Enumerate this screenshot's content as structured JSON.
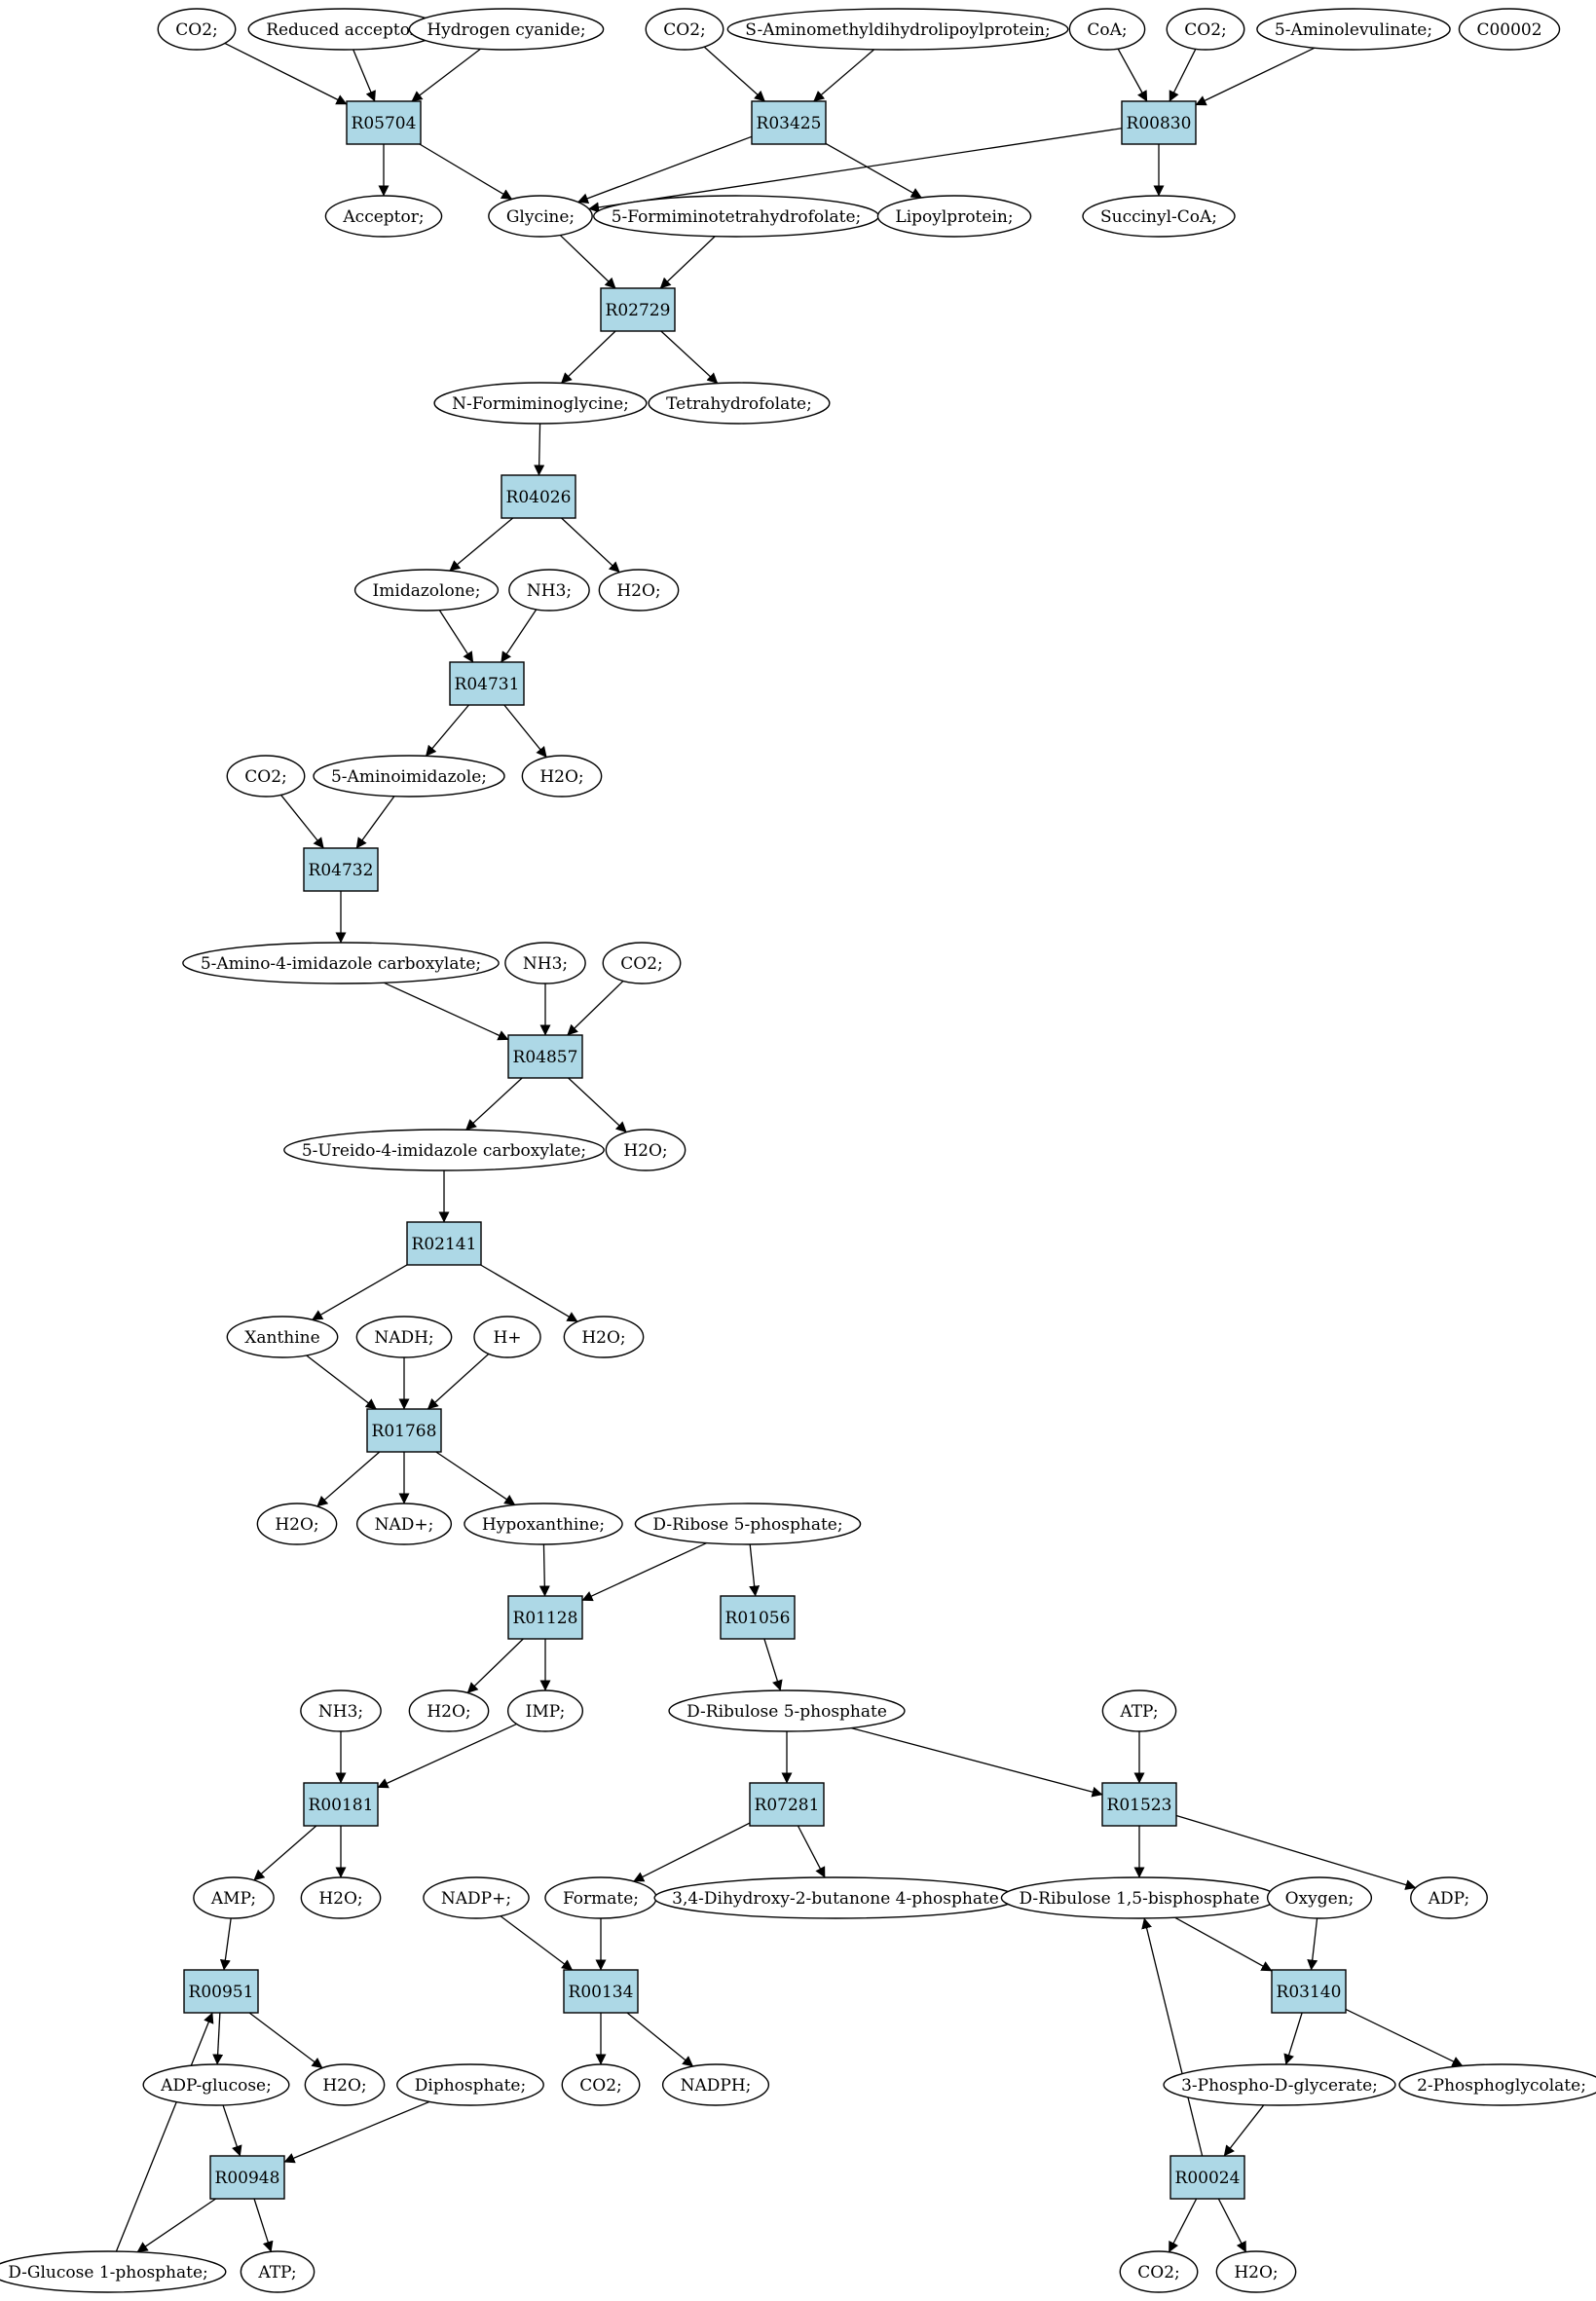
{
  "colors": {
    "reaction_fill": "#add8e6",
    "molecule_fill": "#ffffff",
    "highlight_start": "#00ee00",
    "highlight_target": "#ffff00",
    "stroke": "#000000"
  },
  "reactions": [
    {
      "id": "r_R05704",
      "label": "R05704"
    },
    {
      "id": "r_R03425",
      "label": "R03425"
    },
    {
      "id": "r_R00830",
      "label": "R00830"
    },
    {
      "id": "r_R02729",
      "label": "R02729"
    },
    {
      "id": "r_R04026",
      "label": "R04026"
    },
    {
      "id": "r_R04731",
      "label": "R04731"
    },
    {
      "id": "r_R04732",
      "label": "R04732"
    },
    {
      "id": "r_R04857",
      "label": "R04857"
    },
    {
      "id": "r_R02141",
      "label": "R02141"
    },
    {
      "id": "r_R01768",
      "label": "R01768"
    },
    {
      "id": "r_R01128",
      "label": "R01128"
    },
    {
      "id": "r_R01056",
      "label": "R01056"
    },
    {
      "id": "r_R00181",
      "label": "R00181"
    },
    {
      "id": "r_R07281",
      "label": "R07281"
    },
    {
      "id": "r_R01523",
      "label": "R01523"
    },
    {
      "id": "r_R00951",
      "label": "R00951"
    },
    {
      "id": "r_R00134",
      "label": "R00134"
    },
    {
      "id": "r_R03140",
      "label": "R03140"
    },
    {
      "id": "r_R00948",
      "label": "R00948"
    },
    {
      "id": "r_R00024",
      "label": "R00024"
    }
  ],
  "molecules": [
    {
      "id": "m1",
      "label": "CO2;"
    },
    {
      "id": "m2",
      "label": "Reduced acceptor;"
    },
    {
      "id": "m3",
      "label": "Hydrogen cyanide;"
    },
    {
      "id": "m4",
      "label": "CO2;"
    },
    {
      "id": "m5",
      "label": "S-Aminomethyldihydrolipoylprotein;"
    },
    {
      "id": "m6",
      "label": "CoA;"
    },
    {
      "id": "m7",
      "label": "CO2;"
    },
    {
      "id": "m8",
      "label": "5-Aminolevulinate;"
    },
    {
      "id": "m9",
      "label": "C00002",
      "highlight": "target"
    },
    {
      "id": "m10",
      "label": "Acceptor;"
    },
    {
      "id": "m11",
      "label": "Glycine;"
    },
    {
      "id": "m12",
      "label": "5-Formiminotetrahydrofolate;"
    },
    {
      "id": "m13",
      "label": "Lipoylprotein;"
    },
    {
      "id": "m14",
      "label": "Succinyl-CoA;"
    },
    {
      "id": "m15",
      "label": "N-Formiminoglycine;"
    },
    {
      "id": "m16",
      "label": "Tetrahydrofolate;"
    },
    {
      "id": "m17",
      "label": "Imidazolone;"
    },
    {
      "id": "m18",
      "label": "NH3;"
    },
    {
      "id": "m19",
      "label": "H2O;"
    },
    {
      "id": "m20",
      "label": "CO2;"
    },
    {
      "id": "m21",
      "label": "5-Aminoimidazole;"
    },
    {
      "id": "m22",
      "label": "H2O;"
    },
    {
      "id": "m23",
      "label": "5-Amino-4-imidazole carboxylate;"
    },
    {
      "id": "m24",
      "label": "NH3;"
    },
    {
      "id": "m25",
      "label": "CO2;"
    },
    {
      "id": "m26",
      "label": "5-Ureido-4-imidazole carboxylate;"
    },
    {
      "id": "m27",
      "label": "H2O;"
    },
    {
      "id": "m28",
      "label": "Xanthine"
    },
    {
      "id": "m29",
      "label": "NADH;"
    },
    {
      "id": "m30",
      "label": "H+"
    },
    {
      "id": "m31",
      "label": "H2O;"
    },
    {
      "id": "m32",
      "label": "H2O;"
    },
    {
      "id": "m33",
      "label": "NAD+;"
    },
    {
      "id": "m34",
      "label": "Hypoxanthine;"
    },
    {
      "id": "m35",
      "label": "D-Ribose 5-phosphate;",
      "highlight": "start"
    },
    {
      "id": "m36",
      "label": "NH3;"
    },
    {
      "id": "m37",
      "label": "H2O;"
    },
    {
      "id": "m38",
      "label": "IMP;"
    },
    {
      "id": "m39",
      "label": "D-Ribulose 5-phosphate"
    },
    {
      "id": "m40",
      "label": "ATP;"
    },
    {
      "id": "m41",
      "label": "AMP;"
    },
    {
      "id": "m42",
      "label": "H2O;"
    },
    {
      "id": "m43",
      "label": "NADP+;"
    },
    {
      "id": "m44",
      "label": "Formate;"
    },
    {
      "id": "m45",
      "label": "3,4-Dihydroxy-2-butanone 4-phosphate"
    },
    {
      "id": "m46",
      "label": "D-Ribulose 1,5-bisphosphate"
    },
    {
      "id": "m47",
      "label": "Oxygen;"
    },
    {
      "id": "m48",
      "label": "ADP;"
    },
    {
      "id": "m49",
      "label": "ADP-glucose;"
    },
    {
      "id": "m50",
      "label": "H2O;"
    },
    {
      "id": "m51",
      "label": "Diphosphate;"
    },
    {
      "id": "m52",
      "label": "CO2;"
    },
    {
      "id": "m53",
      "label": "NADPH;"
    },
    {
      "id": "m54",
      "label": "3-Phospho-D-glycerate;"
    },
    {
      "id": "m55",
      "label": "2-Phosphoglycolate;"
    },
    {
      "id": "m56",
      "label": "D-Glucose 1-phosphate;"
    },
    {
      "id": "m57",
      "label": "ATP;"
    },
    {
      "id": "m58",
      "label": "CO2;"
    },
    {
      "id": "m59",
      "label": "H2O;"
    }
  ],
  "edges": [
    [
      "m1",
      "r_R05704"
    ],
    [
      "m2",
      "r_R05704"
    ],
    [
      "m3",
      "r_R05704"
    ],
    [
      "r_R05704",
      "m10"
    ],
    [
      "r_R05704",
      "m11"
    ],
    [
      "m4",
      "r_R03425"
    ],
    [
      "m5",
      "r_R03425"
    ],
    [
      "r_R03425",
      "m11"
    ],
    [
      "r_R03425",
      "m13"
    ],
    [
      "m6",
      "r_R00830"
    ],
    [
      "m7",
      "r_R00830"
    ],
    [
      "m8",
      "r_R00830"
    ],
    [
      "r_R00830",
      "m14"
    ],
    [
      "r_R00830",
      "m11"
    ],
    [
      "m11",
      "r_R02729"
    ],
    [
      "m12",
      "r_R02729"
    ],
    [
      "r_R02729",
      "m15"
    ],
    [
      "r_R02729",
      "m16"
    ],
    [
      "m15",
      "r_R04026"
    ],
    [
      "r_R04026",
      "m17"
    ],
    [
      "r_R04026",
      "m19"
    ],
    [
      "m17",
      "r_R04731"
    ],
    [
      "m18",
      "r_R04731"
    ],
    [
      "r_R04731",
      "m21"
    ],
    [
      "r_R04731",
      "m22"
    ],
    [
      "m20",
      "r_R04732"
    ],
    [
      "m21",
      "r_R04732"
    ],
    [
      "r_R04732",
      "m23"
    ],
    [
      "m23",
      "r_R04857"
    ],
    [
      "m24",
      "r_R04857"
    ],
    [
      "m25",
      "r_R04857"
    ],
    [
      "r_R04857",
      "m26"
    ],
    [
      "r_R04857",
      "m27"
    ],
    [
      "m26",
      "r_R02141"
    ],
    [
      "r_R02141",
      "m28"
    ],
    [
      "r_R02141",
      "m31"
    ],
    [
      "m28",
      "r_R01768"
    ],
    [
      "m29",
      "r_R01768"
    ],
    [
      "m30",
      "r_R01768"
    ],
    [
      "r_R01768",
      "m32"
    ],
    [
      "r_R01768",
      "m33"
    ],
    [
      "r_R01768",
      "m34"
    ],
    [
      "m34",
      "r_R01128"
    ],
    [
      "m35",
      "r_R01128"
    ],
    [
      "r_R01128",
      "m37"
    ],
    [
      "r_R01128",
      "m38"
    ],
    [
      "m35",
      "r_R01056"
    ],
    [
      "r_R01056",
      "m39"
    ],
    [
      "m36",
      "r_R00181"
    ],
    [
      "m38",
      "r_R00181"
    ],
    [
      "r_R00181",
      "m41"
    ],
    [
      "r_R00181",
      "m42"
    ],
    [
      "m39",
      "r_R07281"
    ],
    [
      "r_R07281",
      "m44"
    ],
    [
      "r_R07281",
      "m45"
    ],
    [
      "m39",
      "r_R01523"
    ],
    [
      "m40",
      "r_R01523"
    ],
    [
      "r_R01523",
      "m46"
    ],
    [
      "r_R01523",
      "m48"
    ],
    [
      "m41",
      "r_R00951"
    ],
    [
      "m56",
      "r_R00951"
    ],
    [
      "r_R00951",
      "m49"
    ],
    [
      "r_R00951",
      "m50"
    ],
    [
      "m43",
      "r_R00134"
    ],
    [
      "m44",
      "r_R00134"
    ],
    [
      "r_R00134",
      "m52"
    ],
    [
      "r_R00134",
      "m53"
    ],
    [
      "m46",
      "r_R03140"
    ],
    [
      "m47",
      "r_R03140"
    ],
    [
      "r_R03140",
      "m54"
    ],
    [
      "r_R03140",
      "m55"
    ],
    [
      "m49",
      "r_R00948"
    ],
    [
      "m51",
      "r_R00948"
    ],
    [
      "r_R00948",
      "m56"
    ],
    [
      "r_R00948",
      "m57"
    ],
    [
      "m54",
      "r_R00024"
    ],
    [
      "r_R00024",
      "m58"
    ],
    [
      "r_R00024",
      "m59"
    ],
    [
      "r_R00024",
      "m46"
    ]
  ]
}
